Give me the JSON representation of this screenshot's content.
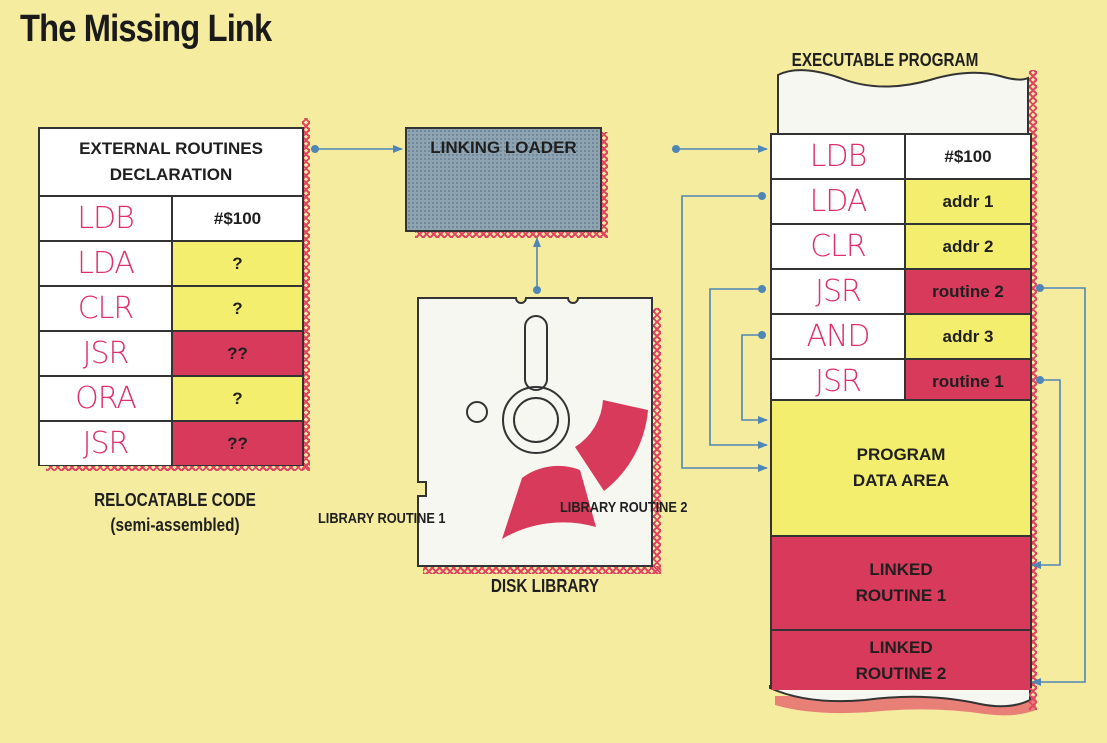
{
  "title": "The Missing Link",
  "relocatable": {
    "header": [
      "EXTERNAL ROUTINES",
      "DECLARATION"
    ],
    "rows": [
      {
        "op": "LDB",
        "value": "#$100",
        "color": "white"
      },
      {
        "op": "LDA",
        "value": "?",
        "color": "yellow"
      },
      {
        "op": "CLR",
        "value": "?",
        "color": "yellow"
      },
      {
        "op": "JSR",
        "value": "??",
        "color": "red"
      },
      {
        "op": "ORA",
        "value": "?",
        "color": "yellow"
      },
      {
        "op": "JSR",
        "value": "??",
        "color": "red"
      }
    ],
    "caption": [
      "RELOCATABLE CODE",
      "(semi-assembled)"
    ]
  },
  "loader": {
    "label": "LINKING LOADER"
  },
  "disk": {
    "caption": "DISK LIBRARY",
    "routine1_label": "LIBRARY ROUTINE 1",
    "routine2_label": "LIBRARY ROUTINE 2"
  },
  "executable": {
    "title": "EXECUTABLE PROGRAM",
    "rows": [
      {
        "op": "LDB",
        "value": "#$100",
        "color": "white"
      },
      {
        "op": "LDA",
        "value": "addr 1",
        "color": "yellow"
      },
      {
        "op": "CLR",
        "value": "addr 2",
        "color": "yellow"
      },
      {
        "op": "JSR",
        "value": "routine 2",
        "color": "red"
      },
      {
        "op": "AND",
        "value": "addr 3",
        "color": "yellow"
      },
      {
        "op": "JSR",
        "value": "routine 1",
        "color": "red"
      }
    ],
    "data_area": [
      "PROGRAM",
      "DATA AREA"
    ],
    "linked1": [
      "LINKED",
      "ROUTINE 1"
    ],
    "linked2": [
      "LINKED",
      "ROUTINE 2"
    ]
  },
  "colors": {
    "background": "#f6eca0",
    "yellow": "#f3ee6e",
    "red": "#d83a5c",
    "mnemonic": "#e0306a",
    "loader_fill": "#8ea4b2",
    "arrow": "#4f86b3"
  }
}
